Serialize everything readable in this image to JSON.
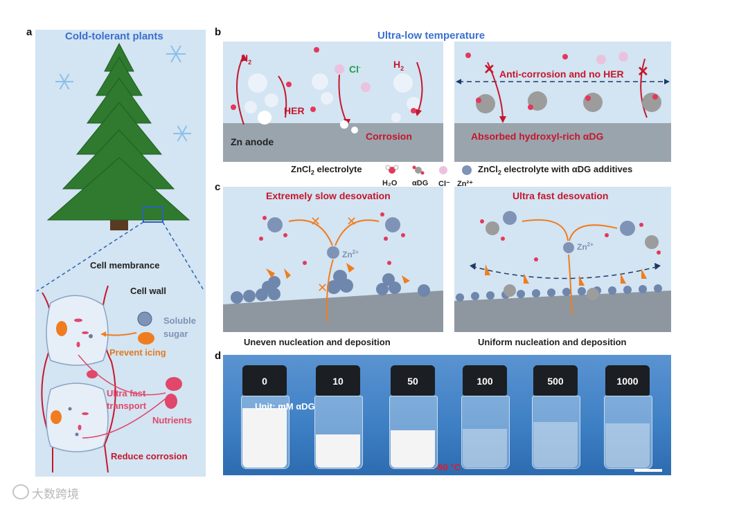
{
  "panel_labels": {
    "a": "a",
    "b": "b",
    "c": "c",
    "d": "d"
  },
  "panel_a": {
    "title": "Cold-tolerant plants",
    "cell_membrane": "Cell membrance",
    "cell_wall": "Cell wall",
    "soluble_sugar_1": "Soluble",
    "soluble_sugar_2": "sugar",
    "prevent_icing": "Prevent icing",
    "transport_1": "Ultra fast",
    "transport_2": "transport",
    "nutrients": "Nutrients",
    "reduce_corrosion": "Reduce corrosion"
  },
  "panel_b": {
    "title": "Ultra-low temperature",
    "h2_left": "H",
    "h2_left_sub": "2",
    "h2_right": "H",
    "h2_right_sub": "2",
    "cl": "Cl",
    "cl_sup": "-",
    "her": "HER",
    "zn_anode": "Zn anode",
    "corrosion": "Corrosion",
    "anti_corrosion": "Anti-corrosion and no HER",
    "absorbed": "Absorbed hydroxyl-rich αDG",
    "electrolyte_left": "ZnCl",
    "electrolyte_left_sub": "2",
    "electrolyte_left_tail": " electrolyte",
    "electrolyte_right": "ZnCl",
    "electrolyte_right_sub": "2",
    "electrolyte_right_tail": " electrolyte with αDG additives",
    "legend_h2o": "H₂O",
    "legend_adg": "αDG",
    "legend_cl": "Cl⁻",
    "legend_zn": "Zn²⁺"
  },
  "panel_c": {
    "left_title": "Extremely slow desovation",
    "right_title": "Ultra fast desovation",
    "zn_left": "Zn",
    "zn_left_sup": "2+",
    "zn_right": "Zn",
    "zn_right_sup": "2+",
    "left_caption": "Uneven nucleation and deposition",
    "right_caption": "Uniform nucleation and deposition"
  },
  "panel_d": {
    "vials": [
      "0",
      "10",
      "50",
      "100",
      "500",
      "1000"
    ],
    "unit": "Unit: mM αDG",
    "temperature": "-50 °C"
  },
  "watermark": "大数跨境",
  "colors": {
    "panel_bg": "#d3e4f2",
    "title_blue": "#3a6fd0",
    "red": "#c5162c",
    "orange": "#e07a1e",
    "pink": "#e0476a",
    "photo_blue": "#3d7fc4"
  }
}
